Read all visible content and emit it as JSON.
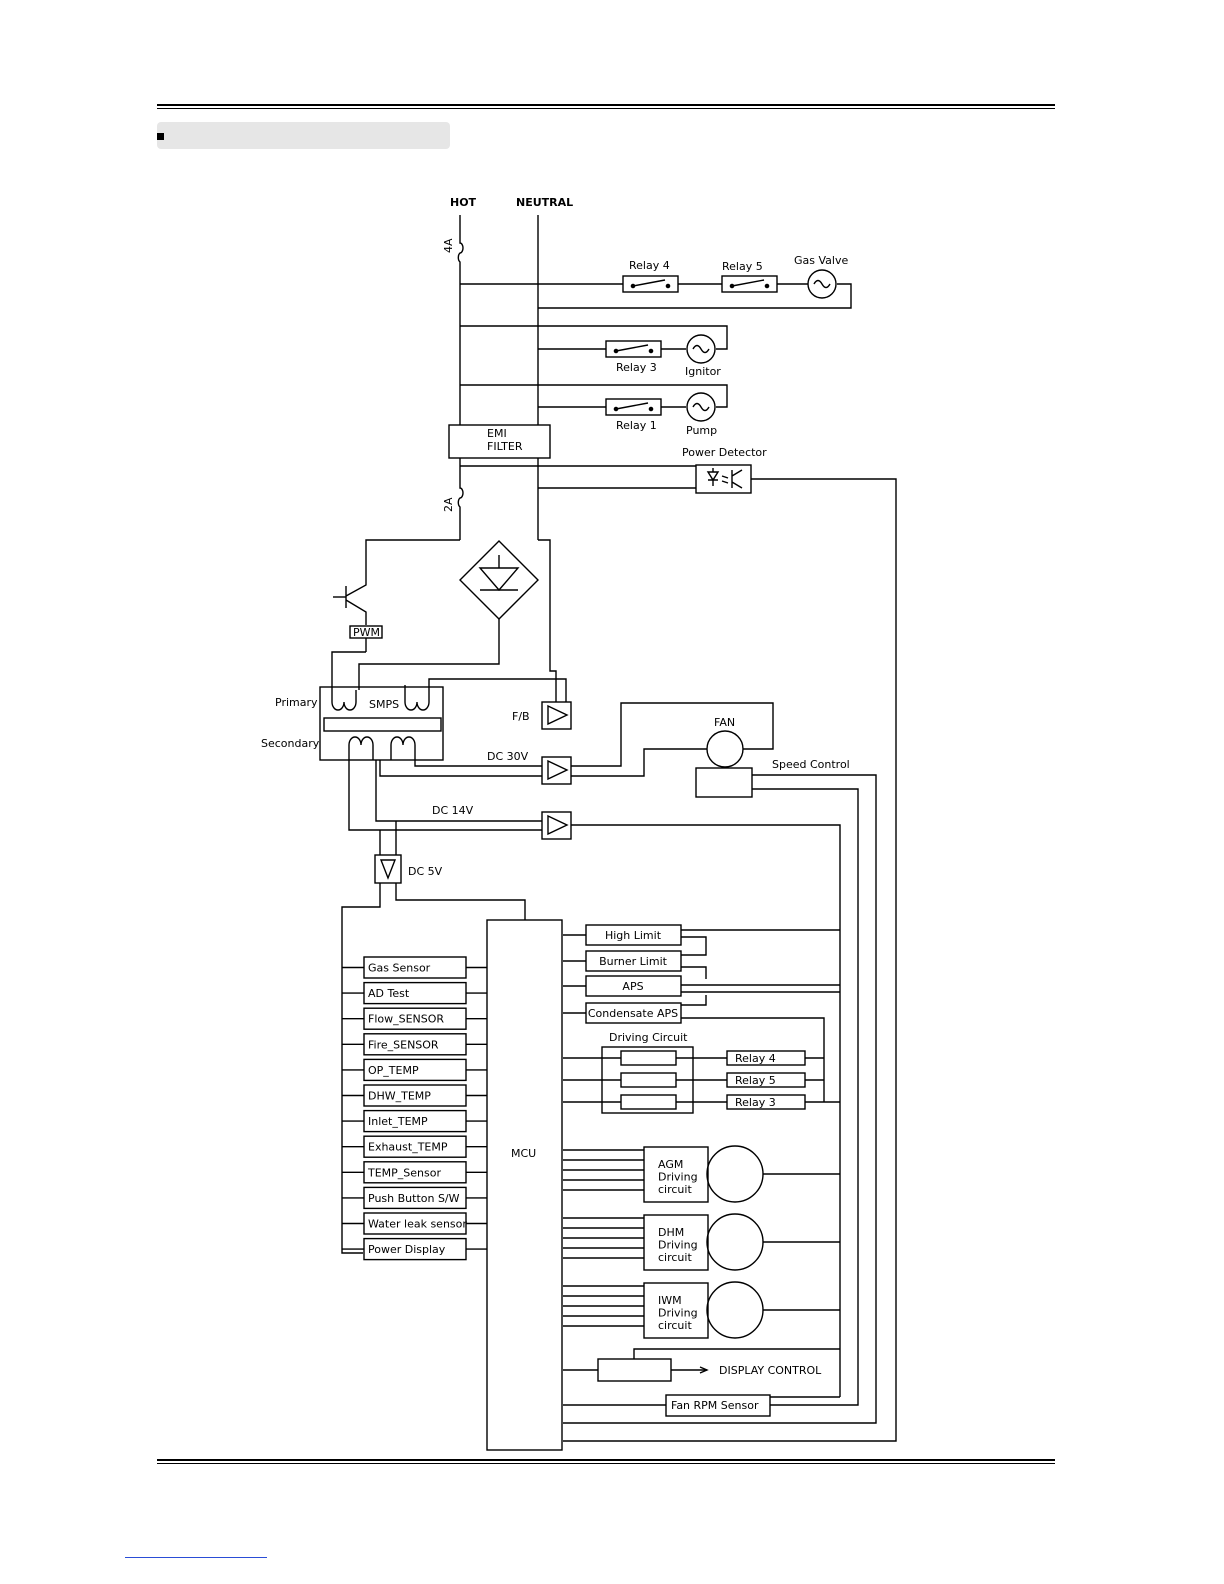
{
  "labels": {
    "hot": "HOT",
    "neutral": "NEUTRAL",
    "fuse_4a": "4A",
    "fuse_2a": "2A",
    "relay4": "Relay 4",
    "relay5": "Relay 5",
    "gas_valve": "Gas Valve",
    "relay3": "Relay 3",
    "ignitor": "Ignitor",
    "relay1": "Relay 1",
    "pump": "Pump",
    "emi_filter_line1": "EMI",
    "emi_filter_line2": "FILTER",
    "power_detector": "Power Detector",
    "pwm": "PWM",
    "primary": "Primary",
    "secondary": "Secondary",
    "smps": "SMPS",
    "fb": "F/B",
    "fan": "FAN",
    "dc30v": "DC 30V",
    "speed_control": "Speed Control",
    "dc14v": "DC 14V",
    "dc5v": "DC 5V",
    "mcu": "MCU",
    "driving_circuit": "Driving Circuit",
    "display_control": "DISPLAY CONTROL",
    "fan_rpm_sensor": "Fan RPM Sensor"
  },
  "left_inputs": [
    "Gas Sensor",
    "AD Test",
    "Flow_SENSOR",
    "Fire_SENSOR",
    "OP_TEMP",
    "DHW_TEMP",
    "Inlet_TEMP",
    "Exhaust_TEMP",
    "TEMP_Sensor",
    "Push Button S/W",
    "Water leak sensor",
    "Power Display"
  ],
  "right_inputs": [
    "High Limit",
    "Burner Limit",
    "APS",
    "Condensate APS"
  ],
  "driving_relays": [
    "Relay 4",
    "Relay 5",
    "Relay 3"
  ],
  "motor_circuits": [
    [
      "AGM",
      "Driving",
      "circuit"
    ],
    [
      "DHM",
      "Driving",
      "circuit"
    ],
    [
      "IWM",
      "Driving",
      "circuit"
    ]
  ]
}
